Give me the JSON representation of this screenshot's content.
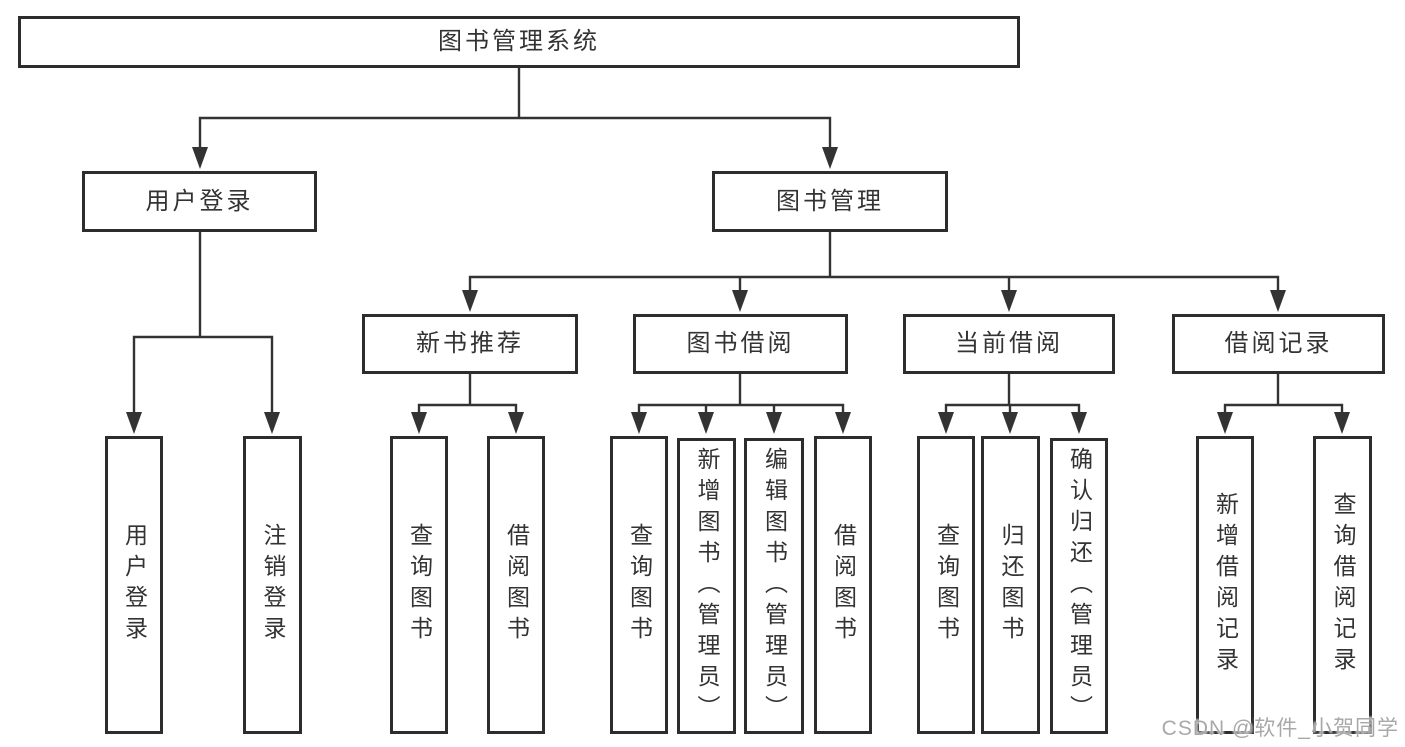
{
  "tree": {
    "label": "图书管理系统",
    "children": [
      {
        "label": "用户登录",
        "children": [
          {
            "label": "用户登录"
          },
          {
            "label": "注销登录"
          }
        ]
      },
      {
        "label": "图书管理",
        "children": [
          {
            "label": "新书推荐",
            "children": [
              {
                "label": "查询图书"
              },
              {
                "label": "借阅图书"
              }
            ]
          },
          {
            "label": "图书借阅",
            "children": [
              {
                "label": "查询图书"
              },
              {
                "label": "新增图书（管理员）"
              },
              {
                "label": "编辑图书（管理员）"
              },
              {
                "label": "借阅图书"
              }
            ]
          },
          {
            "label": "当前借阅",
            "children": [
              {
                "label": "查询图书"
              },
              {
                "label": "归还图书"
              },
              {
                "label": "确认归还（管理员）"
              }
            ]
          },
          {
            "label": "借阅记录",
            "children": [
              {
                "label": "新增借阅记录"
              },
              {
                "label": "查询借阅记录"
              }
            ]
          }
        ]
      }
    ]
  },
  "watermark": {
    "text": "CSDN @软件_小贺同学"
  },
  "colors": {
    "background": "#ffffff",
    "box_border": "#2d2d2d",
    "line": "#333333",
    "text": "#333333",
    "watermark_text": "#a8a8a8"
  }
}
